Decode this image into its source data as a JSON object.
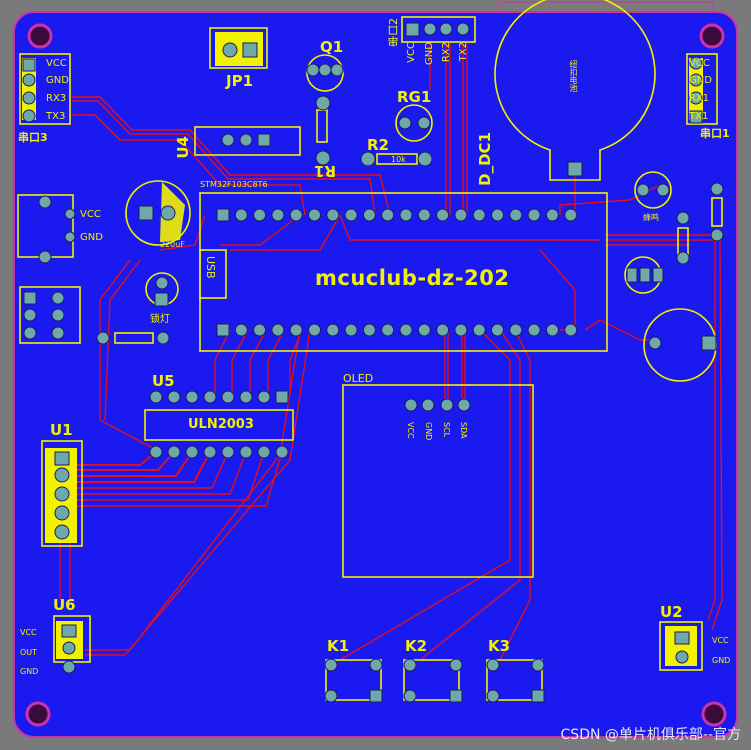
{
  "board": {
    "title": "mcuclub-dz-202",
    "colors": {
      "copper": "#1a1af0",
      "silk": "#f2f200",
      "track": "#e0101c",
      "pad": "#6fa8a8",
      "edge": "#cc33aa"
    }
  },
  "components": {
    "serial3": {
      "name": "串口3",
      "pins": [
        "VCC",
        "GND",
        "RX3",
        "TX3"
      ]
    },
    "serial2": {
      "name": "串口2",
      "pins": [
        "VCC",
        "GND",
        "RX2",
        "TX2"
      ]
    },
    "serial1": {
      "name": "串口1",
      "pins": [
        "VCC",
        "GND",
        "RX1",
        "TX1"
      ]
    },
    "jp1": {
      "name": "JP1"
    },
    "q1": {
      "name": "Q1"
    },
    "r1": {
      "name": "R1"
    },
    "r2": {
      "name": "R2",
      "value": "10k"
    },
    "rg1": {
      "name": "RG1"
    },
    "d_dc1": {
      "name": "D_DC1"
    },
    "u4": {
      "name": "U4"
    },
    "mcu": {
      "name": "STM32F103C8T6",
      "usb": "USB"
    },
    "cap": {
      "value": "220uF"
    },
    "dc_pins": [
      "VCC",
      "GND"
    ],
    "lock_led": {
      "name": "锁灯"
    },
    "u5": {
      "name": "U5",
      "part": "ULN2003"
    },
    "u1": {
      "name": "U1"
    },
    "u6": {
      "name": "U6",
      "pins": [
        "VCC",
        "OUT",
        "GND"
      ]
    },
    "u2": {
      "name": "U2",
      "pins": [
        "VCC",
        "GND"
      ]
    },
    "oled": {
      "name": "OLED",
      "pins": [
        "VCC",
        "GND",
        "SCL",
        "SDA"
      ]
    },
    "keys": [
      "K1",
      "K2",
      "K3"
    ],
    "battery": {
      "name": "纽扣电池"
    },
    "buzzer": {
      "name": "蜂鸣"
    }
  },
  "watermark": "CSDN @单片机俱乐部--官方"
}
